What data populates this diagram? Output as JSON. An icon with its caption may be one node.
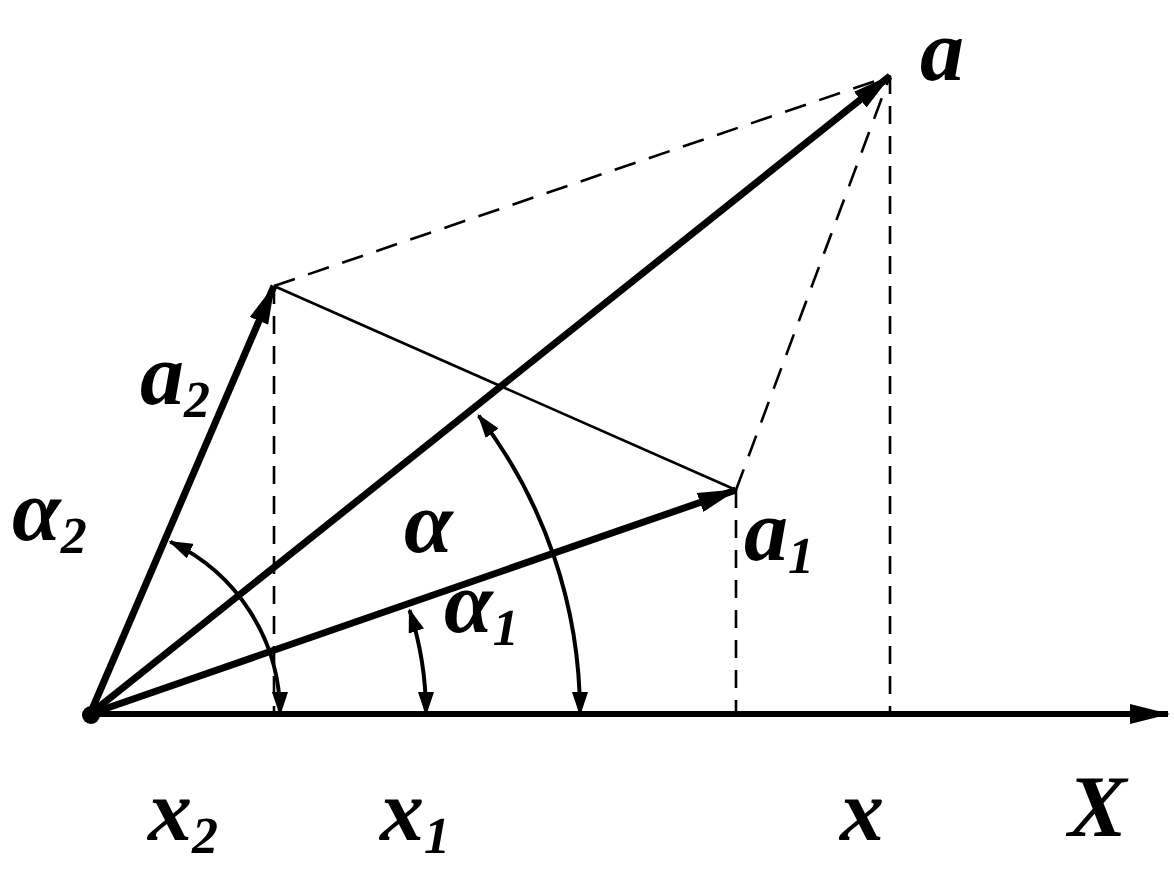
{
  "diagram": {
    "nodes": [
      {
        "text": [],
        "shape": "circle"
      },
      {
        "text": [
          "a"
        ]
      },
      {
        "text": [
          "a$_{1}$"
        ]
      },
      {
        "text": [
          "a$_{2}$"
        ]
      }
    ],
    "edges": [
      {
        "from": 0,
        "to": 1,
        "arrow": "to",
        "style": "thick"
      },
      {
        "from": 0,
        "to": 2,
        "arrow": "to",
        "style": "thick"
      },
      {
        "from": 0,
        "to": 3,
        "arrow": "to",
        "style": "thick"
      },
      {
        "from": 3,
        "to": 1,
        "arrow": "none",
        "style": "dashed"
      },
      {
        "from": 2,
        "to": 1,
        "arrow": "none",
        "style": "dashed"
      },
      {
        "from": 3,
        "to": 2,
        "arrow": "none"
      }
    ],
    "labels": [
      "α$_{2}$",
      "α",
      "α$_{1}$",
      "x$_{2}$",
      "x$_{1}$",
      "x",
      "X"
    ]
  }
}
